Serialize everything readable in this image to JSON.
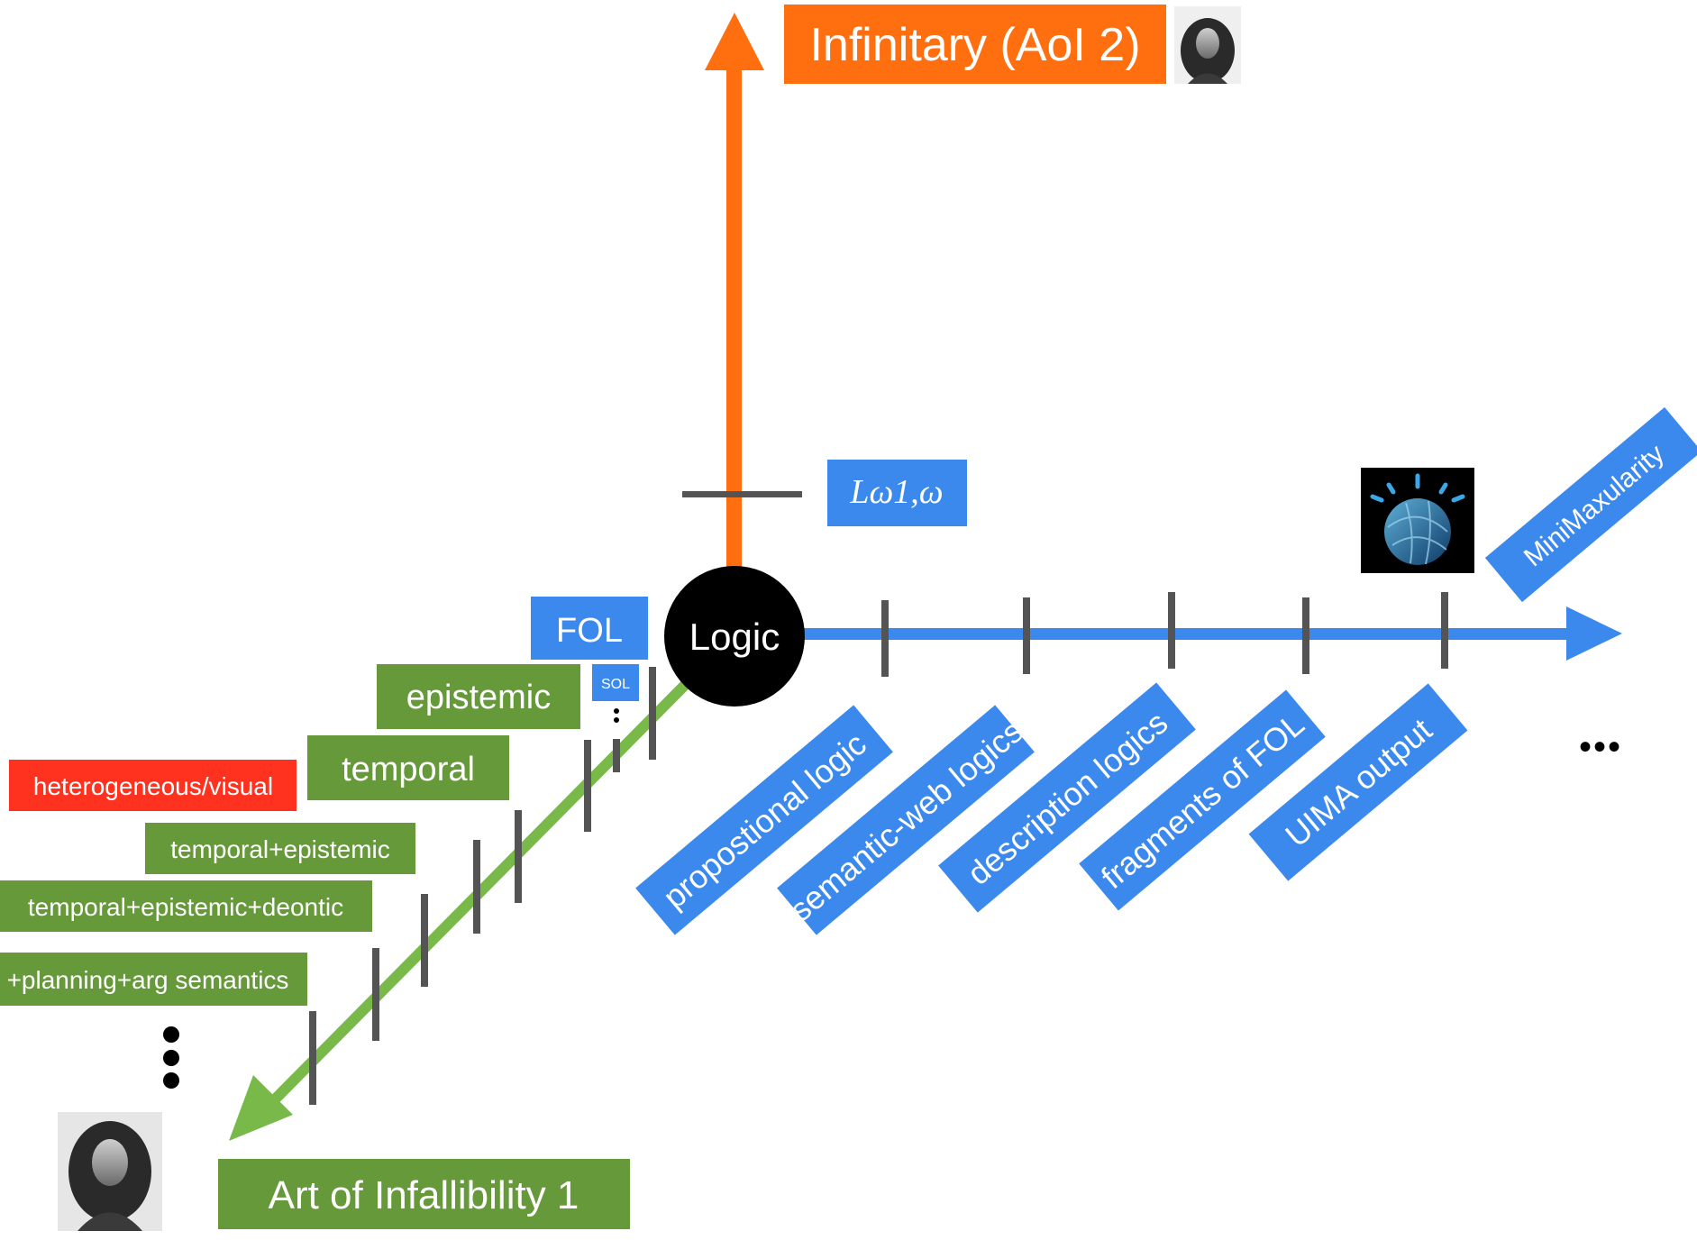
{
  "colors": {
    "orange": "#FF6F0F",
    "blue": "#3C89EE",
    "green": "#66993A",
    "red": "#FF3220",
    "tick": "#545454",
    "node": "#000000",
    "arrow_green": "#79B94A"
  },
  "top_axis": {
    "label": "Infinitary (AoI 2)"
  },
  "vertical_tick_label": "Lω1,ω",
  "center_node": {
    "label": "Logic"
  },
  "fol_label": "FOL",
  "sol_label": "SOL",
  "horizontal_axis": {
    "labels": [
      "propostional logic",
      "semantic-web logics",
      "description logics",
      "fragments of FOL",
      "UIMA output"
    ],
    "far_label": "MiniMaxularity",
    "ellipsis": "•••"
  },
  "diagonal_axis": {
    "labels": [
      "epistemic",
      "temporal",
      "heterogeneous/visual",
      "temporal+epistemic",
      "temporal+epistemic+deontic",
      "+planning+arg semantics"
    ],
    "end_label": "Art of Infallibility 1"
  },
  "icons": {
    "portrait_top": "portrait-icon",
    "portrait_bottom": "portrait-icon",
    "watson_globe": "watson-globe-icon"
  }
}
